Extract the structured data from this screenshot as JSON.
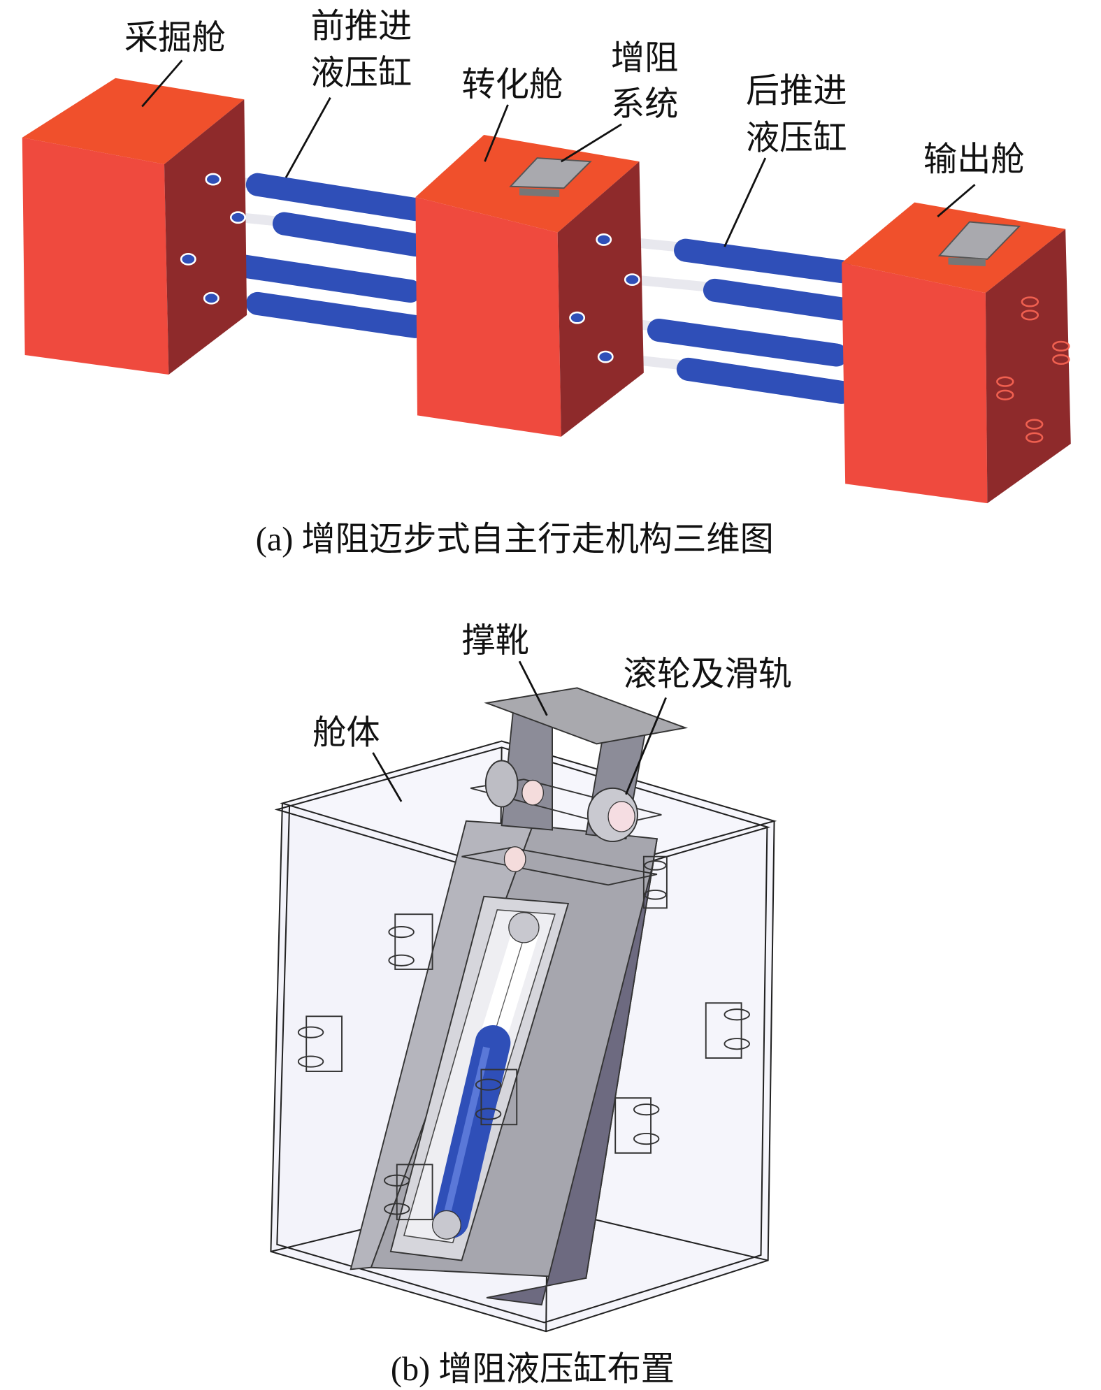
{
  "figure_a": {
    "labels": {
      "mining_cabin": "采掘舱",
      "front_cylinder": "前推进\n液压缸",
      "front_cylinder_l1": "前推进",
      "front_cylinder_l2": "液压缸",
      "conversion_cabin": "转化舱",
      "resistance_l1": "增阻",
      "resistance_l2": "系统",
      "rear_cylinder_l1": "后推进",
      "rear_cylinder_l2": "液压缸",
      "output_cabin": "输出舱"
    },
    "caption": "(a) 增阻迈步式自主行走机构三维图"
  },
  "figure_b": {
    "labels": {
      "support_shoe": "撑靴",
      "roller_rail": "滚轮及滑轨",
      "cabin_body": "舱体"
    },
    "caption": "(b) 增阻液压缸布置"
  },
  "colors": {
    "cabin_front": "#ef4a3e",
    "cabin_side": "#8e2a2b",
    "cabin_top": "#f0502c",
    "cylinder": "#2f4fb8",
    "plate": "#a9a9ae",
    "frame": "#8c8c98"
  }
}
